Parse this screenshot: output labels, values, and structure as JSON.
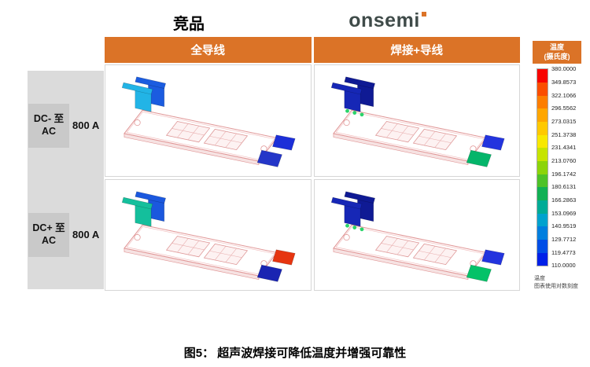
{
  "header": {
    "competitor_title": "竞品",
    "brand": "onsemi"
  },
  "columns": {
    "left": "全导线",
    "right": "焊接+导线"
  },
  "rows": [
    {
      "label": "DC- 至 AC",
      "current": "800 A"
    },
    {
      "label": "DC+ 至 AC",
      "current": "800 A"
    }
  ],
  "cells": {
    "q1": {
      "colors": {
        "left1": "#22b4e6",
        "left2": "#1b5ce0",
        "right1": "#1c2fd8",
        "right2": "#2436c8",
        "weld": "none"
      }
    },
    "q2": {
      "colors": {
        "left1": "#1627b6",
        "left2": "#0f1a94",
        "right1": "#2334de",
        "right2": "#04b56a",
        "weld": "#2bd46a"
      }
    },
    "q3": {
      "colors": {
        "left1": "#14bf9c",
        "left2": "#1b58de",
        "right1": "#e63510",
        "right2": "#1a24b2",
        "weld": "none"
      }
    },
    "q4": {
      "colors": {
        "left1": "#1627b6",
        "left2": "#0f1a94",
        "right1": "#2334de",
        "right2": "#04c268",
        "weld": "#2bd46a"
      }
    }
  },
  "legend": {
    "title": "温度",
    "subtitle": "(摄氏度)",
    "values": [
      "380.0000",
      "349.8573",
      "322.1066",
      "296.5562",
      "273.0315",
      "251.3738",
      "231.4341",
      "213.0760",
      "196.1742",
      "180.6131",
      "166.2863",
      "153.0969",
      "140.9519",
      "129.7712",
      "119.4773",
      "110.0000"
    ],
    "band_colors": [
      "#F80400",
      "#FB4E00",
      "#FD7E00",
      "#FFA600",
      "#FFC900",
      "#F8E800",
      "#C6E400",
      "#8CD40A",
      "#4EC228",
      "#12B054",
      "#00AB96",
      "#00A2CE",
      "#007EDE",
      "#004EE6",
      "#0020E8"
    ],
    "footer_line1": "温度",
    "footer_line2": "图表使用对数刻度"
  },
  "caption": "图5： 超声波焊接可降低温度并增强可靠性",
  "colors": {
    "accent_orange": "#DB7327",
    "brand_text": "#3F4B49",
    "panel_gray": "#DBDBDB",
    "label_box_gray": "#C9C9C9",
    "cell_border": "#D6D6D6",
    "module_outline": "#E09595"
  }
}
